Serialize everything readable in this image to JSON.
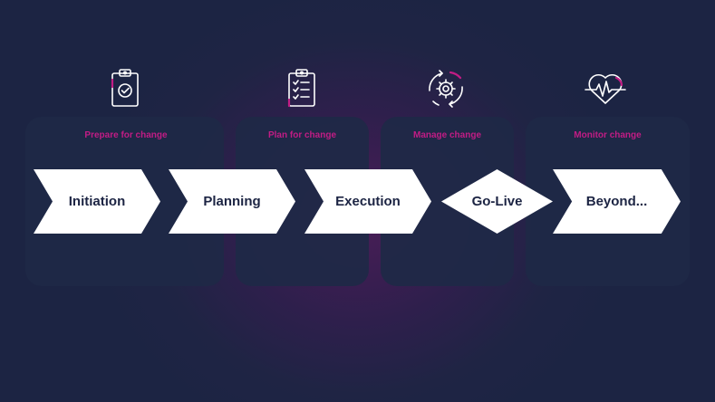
{
  "phases": [
    {
      "label": "Prepare for change",
      "icon": "clipboard-check-icon"
    },
    {
      "label": "Plan for change",
      "icon": "clipboard-list-icon"
    },
    {
      "label": "Manage change",
      "icon": "gear-cycle-icon"
    },
    {
      "label": "Monitor change",
      "icon": "heart-pulse-icon"
    }
  ],
  "steps": [
    "Initiation",
    "Planning",
    "Execution",
    "Go-Live",
    "Beyond..."
  ],
  "colors": {
    "accent": "#c21c85",
    "background": "#1c2443",
    "panel": "#1e2946",
    "shape": "#ffffff",
    "shape_text": "#1c2443",
    "icon_stroke": "#ffffff"
  }
}
